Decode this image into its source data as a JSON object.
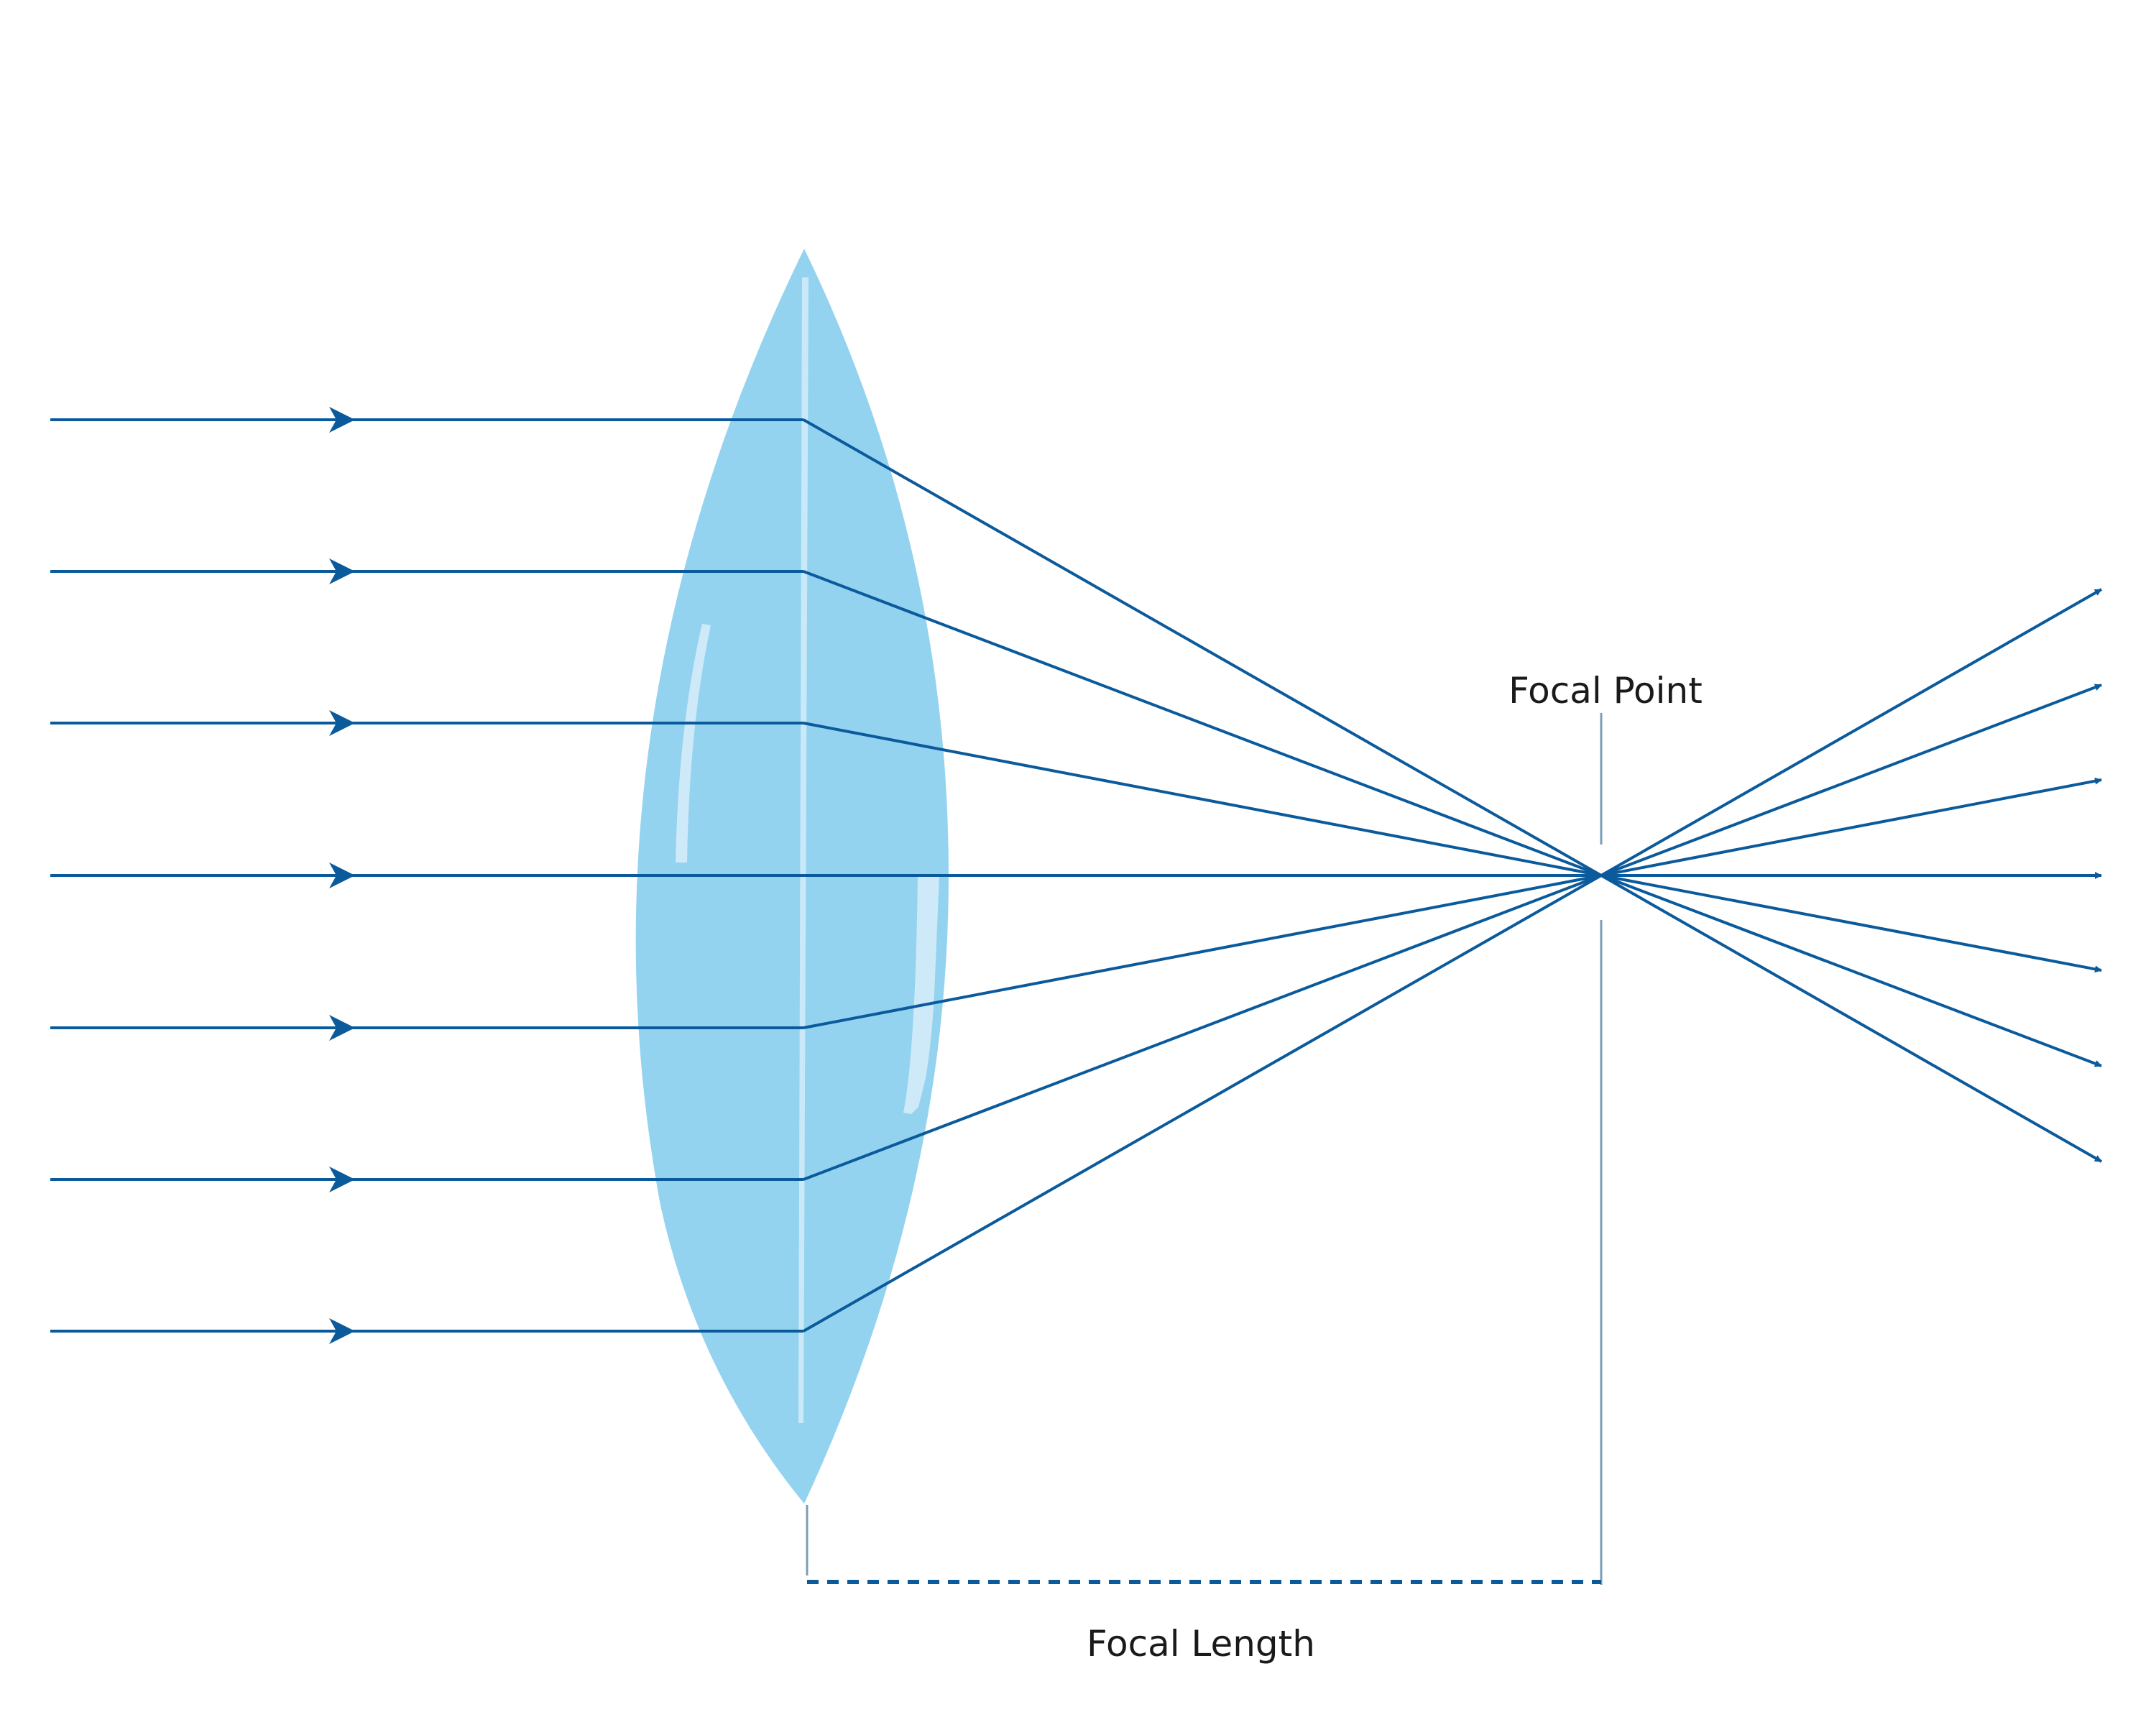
{
  "labels": {
    "focal_point": "Focal Point",
    "focal_length": "Focal Length"
  },
  "colors": {
    "ray": "#0a5a9c",
    "lens_fill": "#94d3ef",
    "lens_highlight": "#d4ecf9",
    "guide_line": "#7a9fb5",
    "focal_length_dash": "#0a5a9c",
    "text": "#1a1a1a"
  },
  "rays": {
    "incoming_count": 7,
    "outgoing_count": 7
  }
}
